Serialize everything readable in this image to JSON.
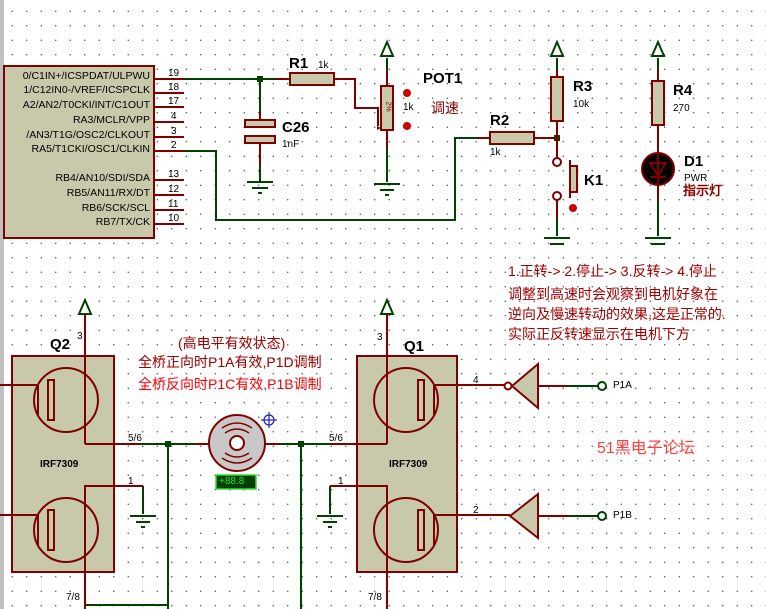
{
  "window": {
    "app": "Proteus ISIS schematic"
  },
  "mcu": {
    "pins_left": [
      {
        "name": "0/C1IN+/ICSPDAT/ULPWU",
        "num": "19"
      },
      {
        "name": "1/C12IN0-/VREF/ICSPCLK",
        "num": "18"
      },
      {
        "name": "A2/AN2/T0CKI/INT/C1OUT",
        "num": "17"
      },
      {
        "name": "RA3/MCLR/VPP",
        "num": "4"
      },
      {
        "name": "/AN3/T1G/OSC2/CLKOUT",
        "num": "3"
      },
      {
        "name": "RA5/T1CKI/OSC1/CLKIN",
        "num": "2"
      },
      {
        "name": "RB4/AN10/SDI/SDA",
        "num": "13"
      },
      {
        "name": "RB5/AN11/RX/DT",
        "num": "12"
      },
      {
        "name": "RB6/SCK/SCL",
        "num": "11"
      },
      {
        "name": "RB7/TX/CK",
        "num": "10"
      }
    ]
  },
  "components": {
    "r1": {
      "ref": "R1",
      "value": "1k"
    },
    "c26": {
      "ref": "C26",
      "value": "1nF"
    },
    "pot1": {
      "ref": "POT1",
      "value": "1k",
      "label": "调速",
      "wiper": "2%"
    },
    "r2": {
      "ref": "R2",
      "value": "1k"
    },
    "r3": {
      "ref": "R3",
      "value": "10k"
    },
    "r4": {
      "ref": "R4",
      "value": "270"
    },
    "k1": {
      "ref": "K1"
    },
    "d1": {
      "ref": "D1",
      "value": "PWR",
      "label": "指示灯"
    },
    "q2": {
      "ref": "Q2",
      "part": "IRF7309",
      "pin_top": "3",
      "pin_mid": "5/6",
      "pin_low": "1",
      "pin_bot": "7/8"
    },
    "q1": {
      "ref": "Q1",
      "part": "IRF7309",
      "pin_top": "3",
      "pin_mid": "5/6",
      "pin_low": "1",
      "pin_bot": "7/8",
      "pin_g1": "4",
      "pin_g2": "2"
    },
    "motor": {
      "display": "+88.8"
    },
    "p1a": {
      "label": "P1A"
    },
    "p1b": {
      "label": "P1B"
    }
  },
  "notes": {
    "sequence": "1.正转-> 2.停止-> 3.反转-> 4.停止",
    "lines": [
      "调整到高速时会观察到电机好象在",
      "逆向及慢速转动的效果,这是正常的.",
      "实际正反转速显示在电机下方"
    ],
    "state_title": "(高电平有效状态)",
    "forward": "全桥正向时P1A有效,P1D调制",
    "reverse": "全桥反向时P1C有效,P1B调制",
    "watermark": "51黑电子论坛"
  },
  "colors": {
    "wire": "#004000",
    "component": "#800000",
    "body": "#c8c8aa",
    "note": "#a00000",
    "reverse_note": "#ff0000"
  }
}
